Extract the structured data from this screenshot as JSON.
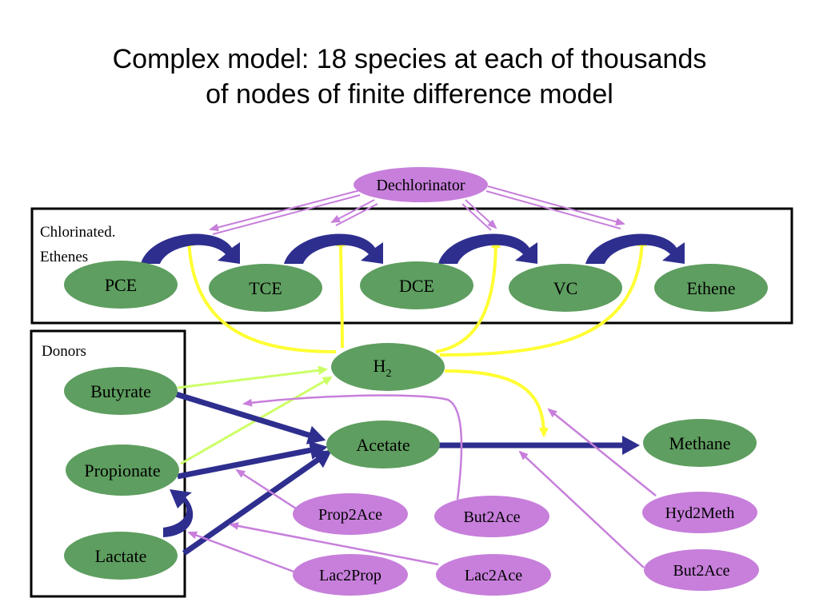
{
  "title": {
    "line1": "Complex model: 18 species at each of thousands",
    "line2": "of nodes of finite difference model"
  },
  "boxes": {
    "chlorinated_line1": "Chlorinated.",
    "chlorinated_line2": "Ethenes",
    "donors": "Donors"
  },
  "nodes": {
    "dechlorinator": "Dechlorinator",
    "pce": "PCE",
    "tce": "TCE",
    "dce": "DCE",
    "vc": "VC",
    "ethene": "Ethene",
    "h2_base": "H",
    "h2_sub": "2",
    "butyrate": "Butyrate",
    "propionate": "Propionate",
    "lactate": "Lactate",
    "acetate": "Acetate",
    "methane": "Methane",
    "prop2ace": "Prop2Ace",
    "but2ace_1": "But2Ace",
    "hyd2meth": "Hyd2Meth",
    "lac2prop": "Lac2Prop",
    "lac2ace": "Lac2Ace",
    "but2ace_2": "But2Ace"
  },
  "colors": {
    "green": "#5e9e60",
    "purple": "#c77fdb",
    "navy": "#2e2e8f",
    "yellow": "#ffff33",
    "lime": "#ccff66",
    "violet_line": "#c77fdb"
  }
}
